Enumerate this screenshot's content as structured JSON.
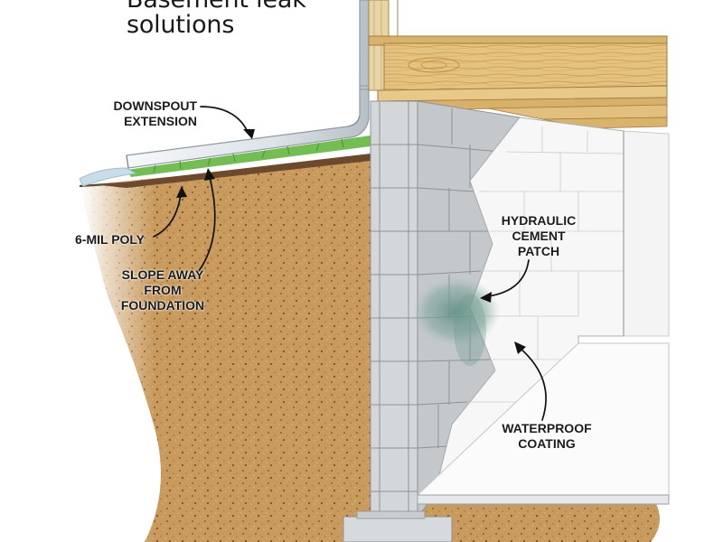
{
  "title": {
    "line1": "Basement leak",
    "line2": "solutions"
  },
  "labels": {
    "downspout_extension": [
      "DOWNSPOUT",
      "EXTENSION"
    ],
    "six_mil_poly": "6-MIL POLY",
    "slope_away": [
      "SLOPE AWAY",
      "FROM",
      "FOUNDATION"
    ],
    "hydraulic_cement_patch": [
      "HYDRAULIC",
      "CEMENT",
      "PATCH"
    ],
    "waterproof_coating": [
      "WATERPROOF",
      "COATING"
    ]
  },
  "colors": {
    "soil": "#c9995c",
    "soil_dark": "#9a6a3a",
    "block": "#cfd2d4",
    "coating": "#f7f8f7",
    "lumber": "#e2bf7c",
    "grass": "#5fb34a",
    "downspout": "#e9eef2",
    "patch": "#6f9a8e"
  }
}
